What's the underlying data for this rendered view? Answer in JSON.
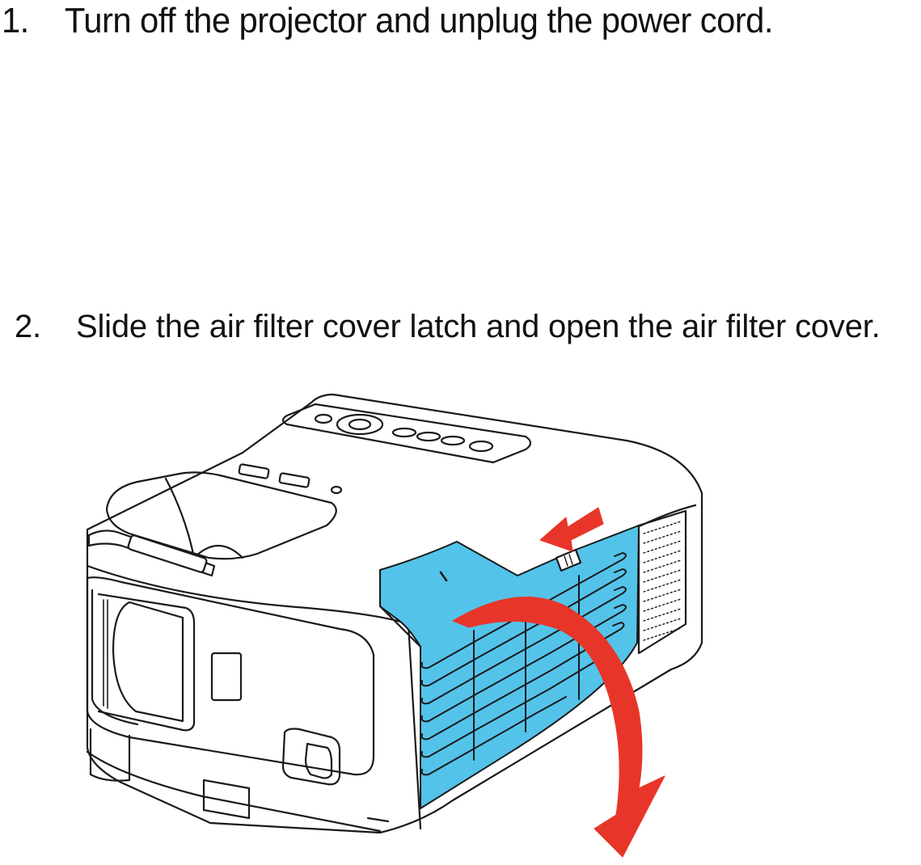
{
  "steps": [
    {
      "number": "1.",
      "text": "Turn off the projector and unplug the power cord."
    },
    {
      "number": "2.",
      "text": "Slide the air filter cover latch and open the air filter cover."
    }
  ],
  "illustration": {
    "subject": "projector-air-filter-cover",
    "colors": {
      "line": "#1a1a1a",
      "cover_highlight": "#54c3ea",
      "arrow": "#e8352a",
      "body": "#ffffff"
    }
  }
}
